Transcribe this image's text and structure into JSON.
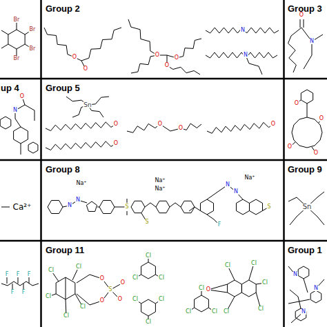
{
  "diagram": {
    "nodes": [
      {
        "text": [
          "Group 2"
        ]
      },
      {
        "text": [
          "Group 3"
        ]
      },
      {
        "text": [
          "up 4"
        ]
      },
      {
        "text": [
          "Group 5"
        ]
      },
      {
        "text": [
          "Group 8"
        ]
      },
      {
        "text": [
          "Group 9"
        ]
      },
      {
        "text": [
          "Group 11"
        ]
      },
      {
        "text": [
          "Group 1"
        ]
      }
    ],
    "labels": [
      "Br",
      "Br",
      "Br",
      "Br",
      "O",
      "O",
      "O",
      "O",
      "O",
      "N",
      "N",
      "O",
      "N",
      "O",
      "N",
      "Sn",
      "O",
      "O",
      "O",
      "O",
      "O",
      "O",
      "O",
      "O",
      "O",
      "Ca²⁺",
      "Na⁺",
      "Na⁺",
      "Na⁺",
      "Na⁺",
      "N",
      "N",
      "S",
      "S",
      "N",
      "N",
      "F",
      "S",
      "Sn",
      "F",
      "F",
      "F",
      "F",
      "F",
      "Cl",
      "Cl",
      "Cl",
      "Cl",
      "Cl",
      "O",
      "S",
      "O",
      "O",
      "O",
      "Cl",
      "Cl",
      "Cl",
      "Cl",
      "Cl",
      "Cl",
      "Cl",
      "Cl",
      "Cl",
      "Cl",
      "Cl",
      "Cl",
      "Cl",
      "Cl",
      "O",
      "N",
      "N",
      "N"
    ]
  }
}
